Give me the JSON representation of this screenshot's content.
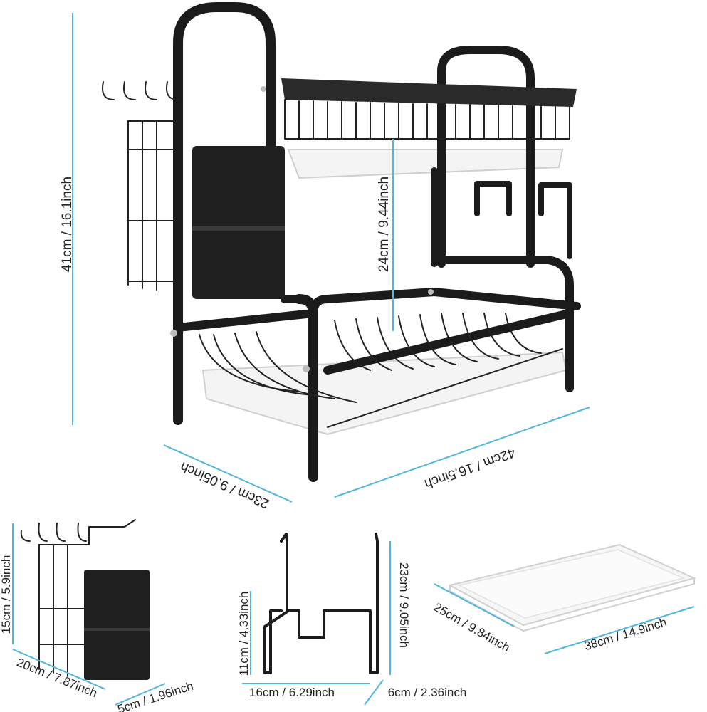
{
  "dimensions": {
    "height": "41cm / 16.1inch",
    "tier_gap": "24cm / 9.44inch",
    "depth": "23cm / 9.05inch",
    "width": "42cm / 16.5inch",
    "holder_height": "15cm / 5.9inch",
    "holder_width": "20cm / 7.87inch",
    "cup_width": "5cm / 1.96inch",
    "board_height_small": "11cm / 4.33inch",
    "board_width": "16cm / 6.29inch",
    "board_height": "23cm / 9.05inch",
    "board_depth": "6cm / 2.36inch",
    "tray_depth": "25cm / 9.84inch",
    "tray_width": "38cm / 14.9inch"
  },
  "colors": {
    "dimension_line": "#4fb6e0",
    "frame": "#1b1b1b",
    "tray": "#f4f4f4"
  }
}
